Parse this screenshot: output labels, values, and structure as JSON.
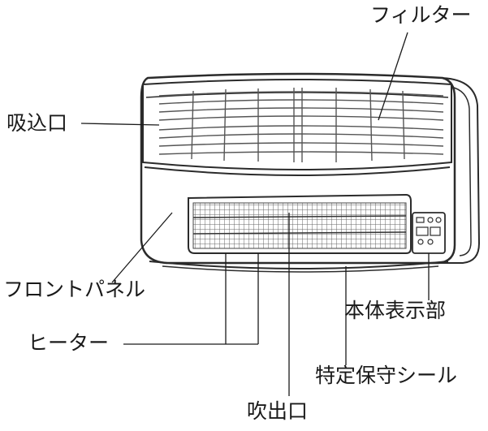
{
  "labels": {
    "filter": "フィルター",
    "intake": "吸込口",
    "front_panel": "フロントパネル",
    "heater": "ヒーター",
    "display": "本体表示部",
    "seal": "特定保守シール",
    "outlet": "吹出口"
  },
  "colors": {
    "line": "#2b2b2b",
    "body": "#ffffff",
    "grille": "#555555"
  }
}
